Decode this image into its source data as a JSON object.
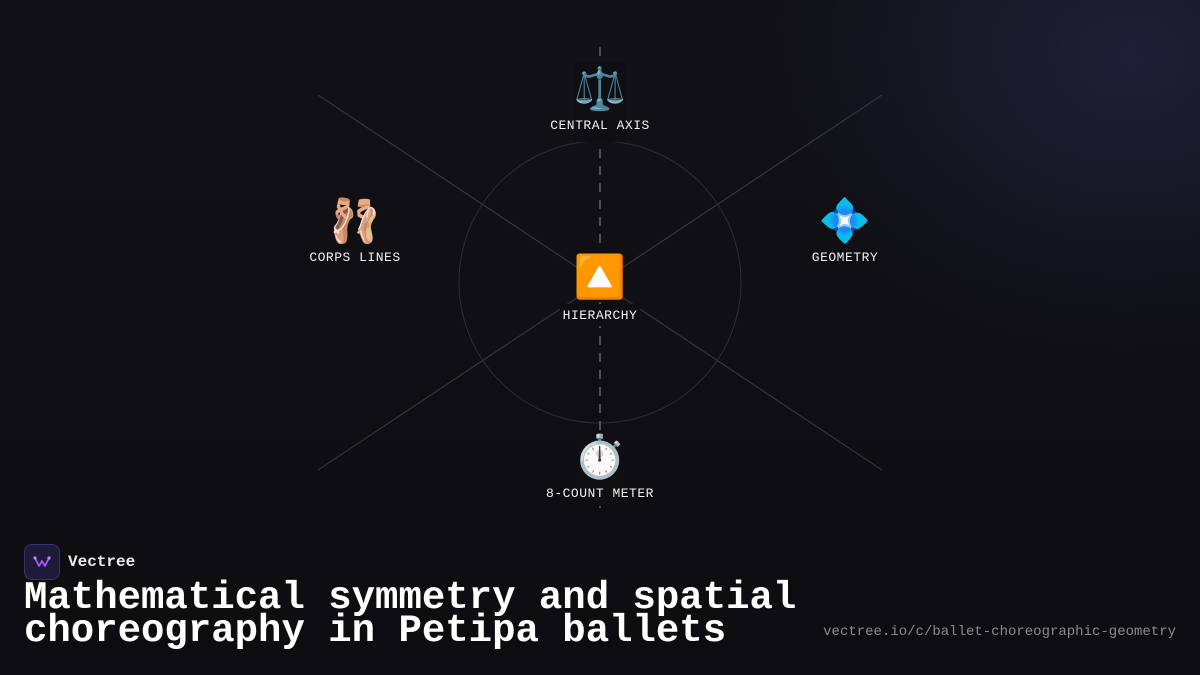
{
  "nodes": {
    "top": {
      "icon": "⚖️",
      "icon_name": "balance-scale-icon",
      "label": "CENTRAL AXIS"
    },
    "left": {
      "icon": "🩰",
      "icon_name": "ballet-shoes-icon",
      "label": "CORPS LINES"
    },
    "right": {
      "icon": "💠",
      "icon_name": "diamond-shape-icon",
      "label": "GEOMETRY"
    },
    "center": {
      "icon": "🔼",
      "icon_name": "up-triangle-icon",
      "label": "HIERARCHY"
    },
    "bottom": {
      "icon": "⏱️",
      "icon_name": "stopwatch-icon",
      "label": "8-COUNT METER"
    }
  },
  "brand": {
    "name": "Vectree"
  },
  "headline": "Mathematical symmetry and spatial choreography in Petipa ballets",
  "url": "vectree.io/c/ballet-choreographic-geometry",
  "colors": {
    "background": "#0f0f13",
    "line": "#3a3a40",
    "brand_accent": "#8b5cf6"
  }
}
